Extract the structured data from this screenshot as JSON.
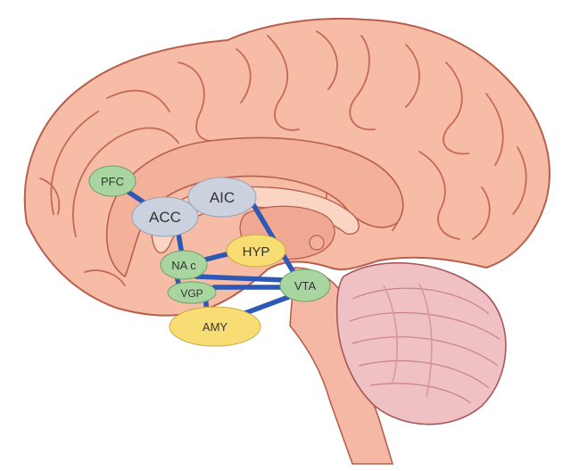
{
  "regions": {
    "pfc": "PFC",
    "acc": "ACC",
    "aic": "AIC",
    "hyp": "HYP",
    "nac": "NA c",
    "vgp": "VGP",
    "vta": "VTA",
    "amy": "AMY"
  },
  "region_groups": {
    "green": [
      "PFC",
      "NA c",
      "VGP",
      "VTA"
    ],
    "blue_grey": [
      "ACC",
      "AIC"
    ],
    "yellow": [
      "HYP",
      "AMY"
    ]
  },
  "connections": [
    [
      "PFC",
      "ACC"
    ],
    [
      "ACC",
      "NA c"
    ],
    [
      "AIC",
      "VTA"
    ],
    [
      "NA c",
      "HYP"
    ],
    [
      "NA c",
      "VTA"
    ],
    [
      "VGP",
      "VTA"
    ],
    [
      "NA c",
      "VGP"
    ],
    [
      "VGP",
      "AMY"
    ],
    [
      "AMY",
      "VTA"
    ]
  ],
  "colors": {
    "cortex_fill": "#f6bca6",
    "cortex_outline": "#b85f4c",
    "green_node": "#a8d5a0",
    "blue_grey_node": "#cbd2de",
    "yellow_node": "#f8dd74",
    "connection_line": "#2e58b6",
    "cerebellum": "#efc1c5",
    "brainstem": "#f4b8a4"
  }
}
